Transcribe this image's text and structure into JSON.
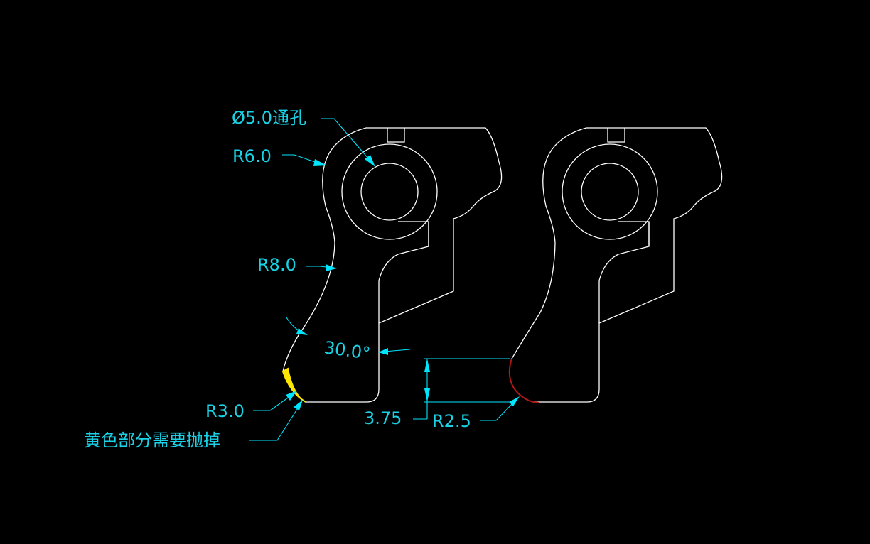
{
  "annotations": {
    "hole": "Ø5.0通孔",
    "r6": "R6.0",
    "r8": "R8.0",
    "angle": "30.0°",
    "r3": "R3.0",
    "note": "黄色部分需要抛掉",
    "dim_375": "3.75",
    "r25": "R2.5"
  },
  "colors": {
    "background": "#000000",
    "outline": "#ffffff",
    "annotation": "#19d2e6",
    "removed_part": "#ffe600",
    "new_fillet": "#b01818"
  }
}
